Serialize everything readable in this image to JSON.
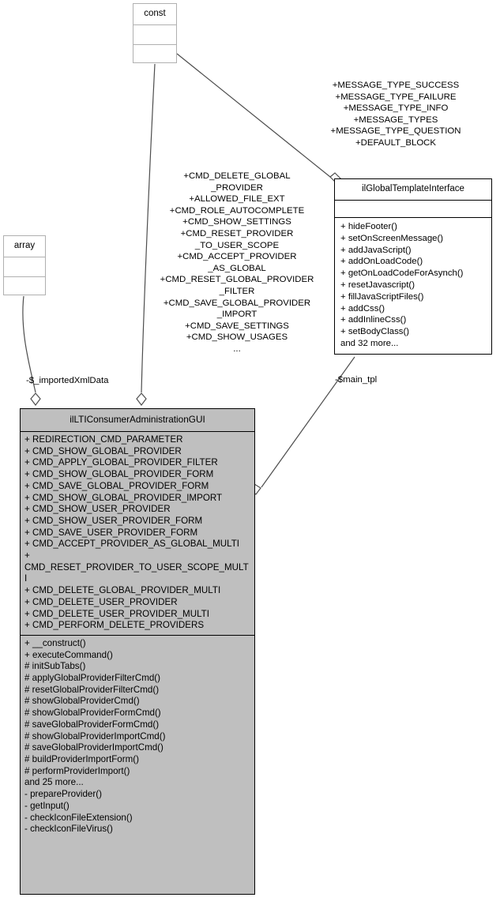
{
  "diagram": {
    "type": "uml-class-diagram",
    "title": "ilLTIConsumerAdministrationGUI collaboration diagram",
    "background": "#ffffff",
    "highlight_fill": "#bfbfbf",
    "line_color": "#000000"
  },
  "nodes": {
    "const": {
      "name": "const",
      "kind": "type",
      "compartments": [
        "",
        ""
      ]
    },
    "array": {
      "name": "array",
      "kind": "type",
      "compartments": [
        "",
        ""
      ]
    },
    "global_template_interface": {
      "name": "ilGlobalTemplateInterface",
      "kind": "interface",
      "attributes": [],
      "methods": [
        "+ hideFooter()",
        "+ setOnScreenMessage()",
        "+ addJavaScript()",
        "+ addOnLoadCode()",
        "+ getOnLoadCodeForAsynch()",
        "+ resetJavascript()",
        "+ fillJavaScriptFiles()",
        "+ addCss()",
        "+ addInlineCss()",
        "+ setBodyClass()",
        "and 32 more..."
      ]
    },
    "main_class": {
      "name": "ilLTIConsumerAdministrationGUI",
      "kind": "class",
      "attributes": [
        "+ REDIRECTION_CMD_PARAMETER",
        "+ CMD_SHOW_GLOBAL_PROVIDER",
        "+ CMD_APPLY_GLOBAL_PROVIDER_FILTER",
        "+ CMD_SHOW_GLOBAL_PROVIDER_FORM",
        "+ CMD_SAVE_GLOBAL_PROVIDER_FORM",
        "+ CMD_SHOW_GLOBAL_PROVIDER_IMPORT",
        "+ CMD_SHOW_USER_PROVIDER",
        "+ CMD_SHOW_USER_PROVIDER_FORM",
        "+ CMD_SAVE_USER_PROVIDER_FORM",
        "+ CMD_ACCEPT_PROVIDER_AS_GLOBAL_MULTI",
        "+ CMD_RESET_PROVIDER_TO_USER_SCOPE_MULTI",
        "+ CMD_DELETE_GLOBAL_PROVIDER_MULTI",
        "+ CMD_DELETE_USER_PROVIDER",
        "+ CMD_DELETE_USER_PROVIDER_MULTI",
        "+ CMD_PERFORM_DELETE_PROVIDERS"
      ],
      "methods": [
        "+ __construct()",
        "+ executeCommand()",
        "# initSubTabs()",
        "# applyGlobalProviderFilterCmd()",
        "# resetGlobalProviderFilterCmd()",
        "# showGlobalProviderCmd()",
        "# showGlobalProviderFormCmd()",
        "# saveGlobalProviderFormCmd()",
        "# showGlobalProviderImportCmd()",
        "# saveGlobalProviderImportCmd()",
        "# buildProviderImportForm()",
        "# performProviderImport()",
        "and 25 more...",
        "- prepareProvider()",
        "- getInput()",
        "- checkIconFileExtension()",
        "- checkIconFileVirus()"
      ]
    }
  },
  "edge_labels": {
    "const_to_interface": "+MESSAGE_TYPE_SUCCESS\n+MESSAGE_TYPE_FAILURE\n+MESSAGE_TYPE_INFO\n+MESSAGE_TYPES\n+MESSAGE_TYPE_QUESTION\n+DEFAULT_BLOCK",
    "const_to_main": "+CMD_DELETE_GLOBAL\n_PROVIDER\n+ALLOWED_FILE_EXT\n+CMD_ROLE_AUTOCOMPLETE\n+CMD_SHOW_SETTINGS\n+CMD_RESET_PROVIDER\n_TO_USER_SCOPE\n+CMD_ACCEPT_PROVIDER\n_AS_GLOBAL\n+CMD_RESET_GLOBAL_PROVIDER\n_FILTER\n+CMD_SAVE_GLOBAL_PROVIDER\n_IMPORT\n+CMD_SAVE_SETTINGS\n+CMD_SHOW_USAGES\n...",
    "array_to_main": "-$_importedXmlData",
    "interface_to_main": "-$main_tpl"
  }
}
